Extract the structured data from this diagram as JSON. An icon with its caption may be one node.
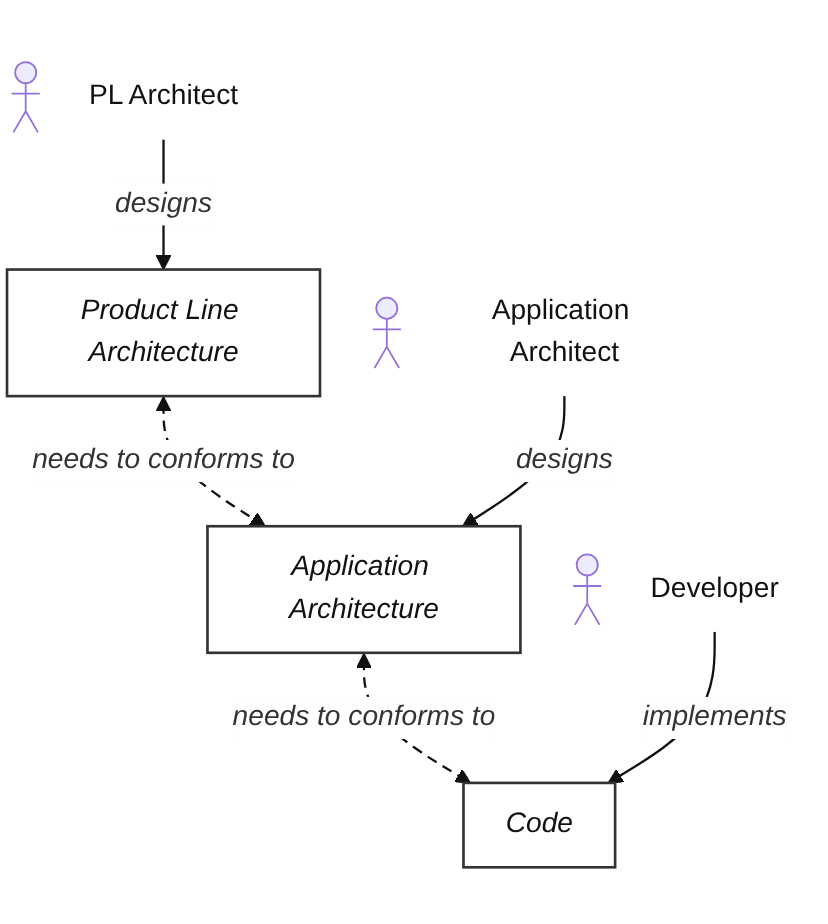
{
  "diagram": {
    "nodes": [
      {
        "text": [
          "PL Architect"
        ]
      },
      {
        "text": [
          "Product Line Architecture"
        ]
      },
      {
        "text": [
          "Application Architect"
        ]
      },
      {
        "text": [
          "Application Architecture"
        ]
      },
      {
        "text": [
          "Developer"
        ]
      },
      {
        "text": [
          "Code"
        ]
      }
    ],
    "edges": [
      {
        "from": 0,
        "to": 1,
        "arrow": "to",
        "label": "designs"
      },
      {
        "from": 1,
        "to": 3,
        "arrow": "both",
        "label": "needs to conforms to",
        "style": "dashed"
      },
      {
        "from": 2,
        "to": 3,
        "arrow": "to",
        "label": "designs"
      },
      {
        "from": 3,
        "to": 5,
        "arrow": "both",
        "label": "needs to conforms to",
        "style": "dashed"
      },
      {
        "from": 4,
        "to": 5,
        "arrow": "to",
        "label": "implements"
      }
    ]
  }
}
